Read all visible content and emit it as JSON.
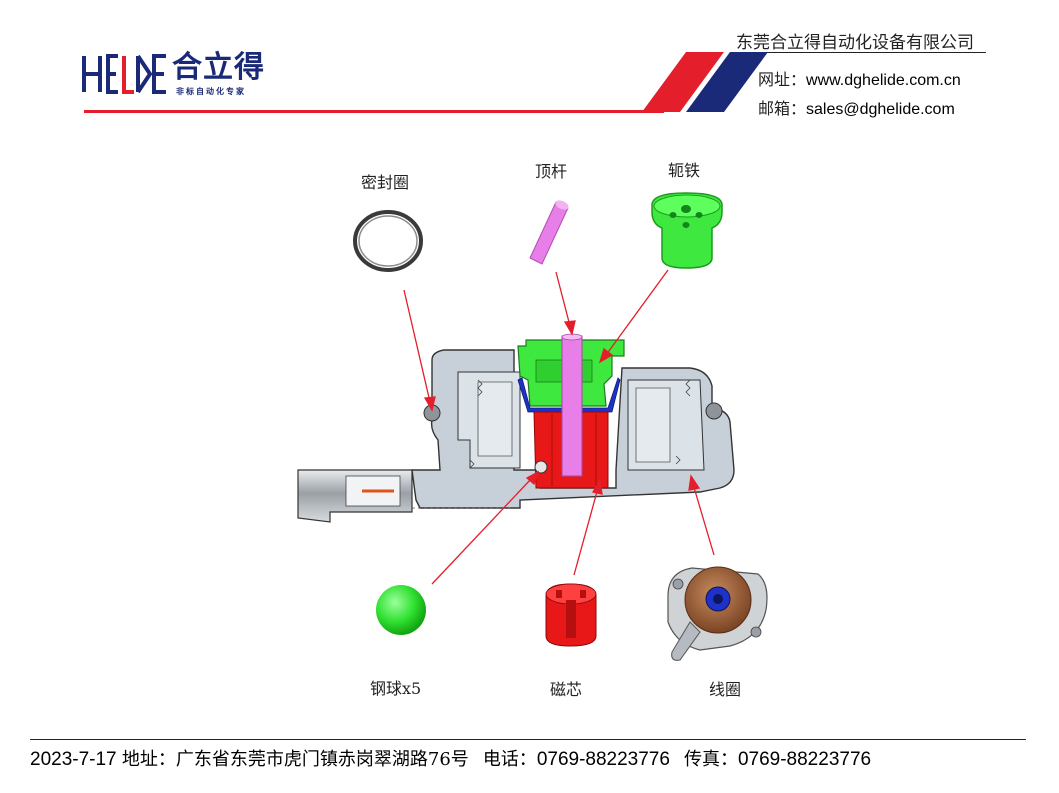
{
  "header": {
    "logo_letters": "HELDE",
    "logo_cn": "合立得",
    "logo_tagline": "非标自动化专家",
    "company": "东莞合立得自动化设备有限公司",
    "web_label": "网址：",
    "web_value": "www.dghelide.com.cn",
    "mail_label": "邮箱：",
    "mail_value": "sales@dghelide.com",
    "colors": {
      "brand_blue": "#1b2a78",
      "brand_red": "#e41e2a"
    }
  },
  "parts": {
    "seal_ring": "密封圈",
    "push_rod": "顶杆",
    "yoke": "轭铁",
    "steel_ball": "钢球x5",
    "magnetic_core": "磁芯",
    "coil": "线圈"
  },
  "part_colors": {
    "push_rod": "#e87ee8",
    "yoke": "#3ee83e",
    "magnetic_core": "#e81818",
    "steel_ball": "#33e833",
    "coil": "#a5643a",
    "housing": "#c7d0d8",
    "arrow": "#e41e2a"
  },
  "footer": {
    "date": "2023-7-17",
    "address_label": "地址：",
    "address": "广东省东莞市虎门镇赤岗翠湖路76号",
    "phone_label": "电话：",
    "phone": "0769-88223776",
    "fax_label": "传真：",
    "fax": "0769-88223776"
  }
}
